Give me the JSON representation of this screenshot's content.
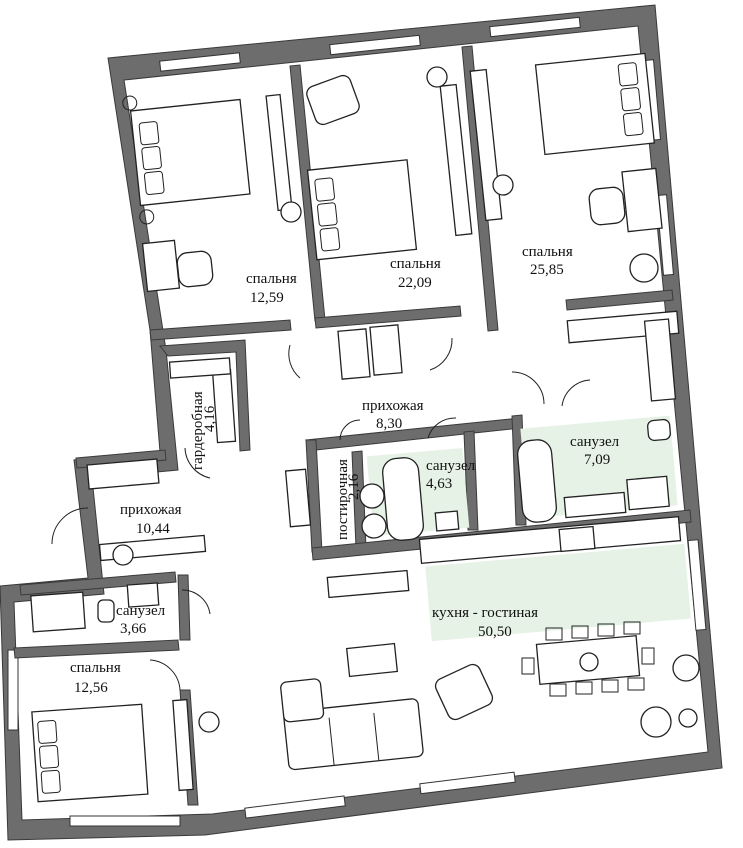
{
  "rooms": [
    {
      "id": "bedroom-1",
      "name": "спальня",
      "area": "12,59"
    },
    {
      "id": "bedroom-2",
      "name": "спальня",
      "area": "22,09"
    },
    {
      "id": "bedroom-3",
      "name": "спальня",
      "area": "25,85"
    },
    {
      "id": "wardrobe",
      "name": "гардеробная",
      "area": "4,16"
    },
    {
      "id": "hallway-1",
      "name": "прихожая",
      "area": "8,30"
    },
    {
      "id": "laundry",
      "name": "постирочная",
      "area": "2,16"
    },
    {
      "id": "bathroom-1",
      "name": "санузел",
      "area": "4,63"
    },
    {
      "id": "bathroom-2",
      "name": "санузел",
      "area": "7,09"
    },
    {
      "id": "hallway-2",
      "name": "прихожая",
      "area": "10,44"
    },
    {
      "id": "bathroom-3",
      "name": "санузел",
      "area": "3,66"
    },
    {
      "id": "kitchen-living",
      "name": "кухня - гостиная",
      "area": "50,50"
    },
    {
      "id": "bedroom-4",
      "name": "спальня",
      "area": "12,56"
    }
  ],
  "colors": {
    "wall": "#6d6d6d",
    "tile": "#e6f2e6",
    "background": "#ffffff"
  }
}
